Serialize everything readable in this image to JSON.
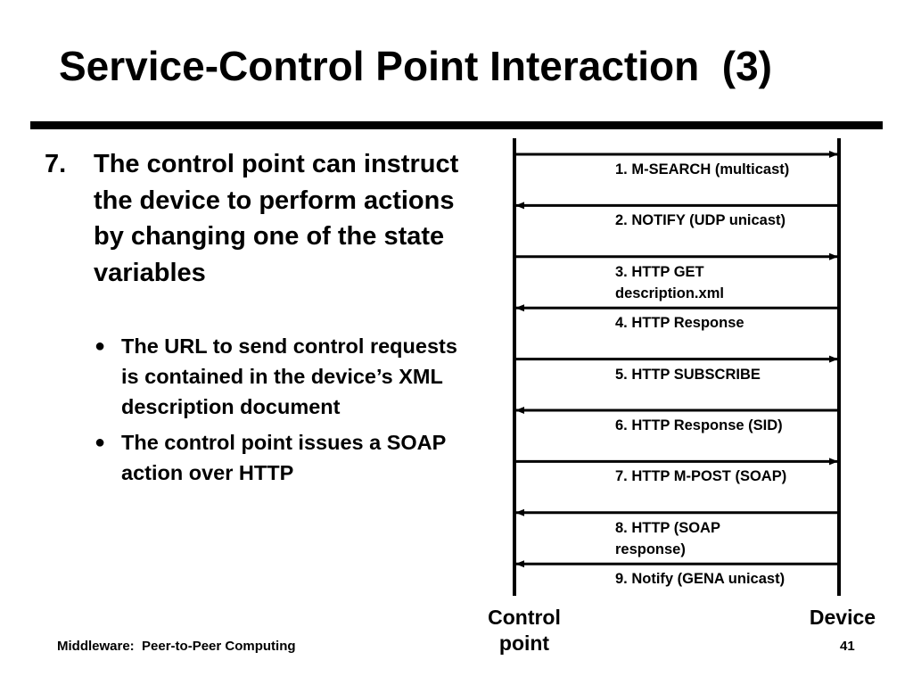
{
  "slide": {
    "title": "Service-Control Point Interaction  (3)",
    "item_number": "7.",
    "item_text": "The control point can instruct the device to perform actions by changing one of the state variables",
    "bullets": [
      "The URL to send control requests is contained in the device’s XML description document",
      "The control point issues a SOAP action over HTTP"
    ],
    "bullet_glyph": "●"
  },
  "diagram": {
    "lifelines": {
      "control_point": "Control point",
      "device": "Device"
    },
    "messages": [
      {
        "label": "1. M-SEARCH (multicast)",
        "direction": "to-device"
      },
      {
        "label": "2. NOTIFY (UDP unicast)",
        "direction": "to-control-point"
      },
      {
        "label": "3. HTTP GET description.xml",
        "direction": "to-device"
      },
      {
        "label": "4. HTTP Response",
        "direction": "to-control-point"
      },
      {
        "label": "5. HTTP SUBSCRIBE",
        "direction": "to-device"
      },
      {
        "label": "6. HTTP Response (SID)",
        "direction": "to-control-point"
      },
      {
        "label": "7. HTTP M-POST (SOAP)",
        "direction": "to-device"
      },
      {
        "label": "8. HTTP (SOAP response)",
        "direction": "to-control-point"
      },
      {
        "label": "9. Notify (GENA unicast)",
        "direction": "to-control-point"
      }
    ]
  },
  "footer": {
    "left": "Middleware:  Peer-to-Peer Computing",
    "page": "41"
  }
}
